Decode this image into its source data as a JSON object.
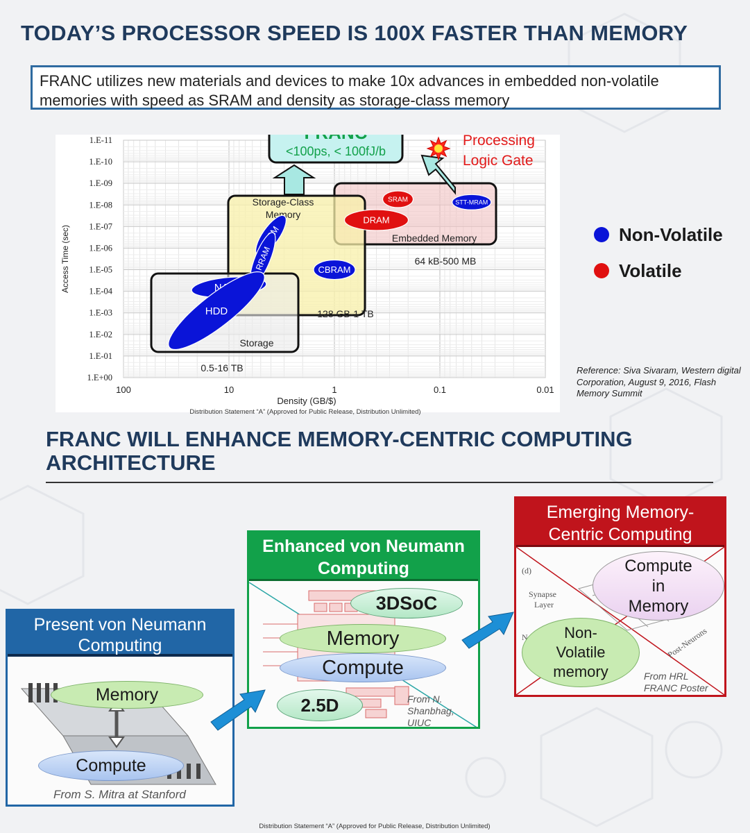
{
  "header": {
    "title": "TODAY’S PROCESSOR SPEED IS 100X FASTER THAN MEMORY",
    "intro": "FRANC utilizes new materials and devices to make 10x advances in embedded non-volatile memories with speed as SRAM and density as storage-class memory"
  },
  "chart_data": {
    "type": "scatter",
    "title": "",
    "xlabel": "Density (GB/$)",
    "ylabel": "Access Time (sec)",
    "x_ticks": [
      "100",
      "10",
      "1",
      "0.1",
      "0.01"
    ],
    "y_ticks": [
      "1.E-11",
      "1.E-10",
      "1.E-09",
      "1.E-08",
      "1.E-07",
      "1.E-06",
      "1.E-05",
      "1.E-04",
      "1.E-03",
      "1.E-02",
      "1.E-01",
      "1.E+00"
    ],
    "xlim": [
      100,
      0.01
    ],
    "ylim": [
      1e-11,
      1
    ],
    "x_scale": "log-reversed",
    "y_scale": "log-reversed",
    "grid": true,
    "franc": {
      "name": "FRANC",
      "spec": "<100ps, < 100fJ/b"
    },
    "processing_label": "Processing Logic Gate",
    "devices": [
      {
        "name": "SRAM",
        "density": 0.25,
        "access_time": 3e-09,
        "type": "volatile"
      },
      {
        "name": "STT-MRAM",
        "density": 0.05,
        "access_time": 1e-08,
        "type": "non-volatile"
      },
      {
        "name": "DRAM",
        "density": 0.4,
        "access_time": 5e-08,
        "type": "volatile"
      },
      {
        "name": "PCM",
        "density": 4,
        "access_time": 4e-07,
        "type": "non-volatile"
      },
      {
        "name": "RRAM",
        "density": 4.5,
        "access_time": 3e-06,
        "type": "non-volatile"
      },
      {
        "name": "CBRAM",
        "density": 1,
        "access_time": 1e-05,
        "type": "non-volatile"
      },
      {
        "name": "NAND",
        "density": 10,
        "access_time": 0.0001,
        "type": "non-volatile"
      },
      {
        "name": "HDD",
        "density": 10,
        "access_time": 0.003,
        "type": "non-volatile"
      }
    ],
    "regions": [
      {
        "name": "Storage-Class Memory",
        "range": "128 GB-1 TB"
      },
      {
        "name": "Embedded Memory",
        "range": "64 kB-500 MB"
      },
      {
        "name": "Storage",
        "range": "0.5-16 TB"
      }
    ],
    "legend": [
      {
        "label": "Non-Volatile",
        "color": "#0a14d8"
      },
      {
        "label": "Volatile",
        "color": "#e01010"
      }
    ],
    "legend_position": "right"
  },
  "reference": "Reference: Siva Sivaram, Western digital Corporation, August 9, 2016, Flash Memory Summit",
  "distribution": "Distribution Statement “A” (Approved for Public Release, Distribution Unlimited)",
  "section2": {
    "title": "FRANC WILL ENHANCE MEMORY-CENTRIC COMPUTING ARCHITECTURE"
  },
  "panels": {
    "present": {
      "title": "Present von Neumann Computing",
      "memory": "Memory",
      "compute": "Compute",
      "credit": "From S. Mitra at Stanford",
      "color": "#2166a6"
    },
    "enhanced": {
      "title": "Enhanced von Neumann Computing",
      "soc": "3DSoC",
      "memory": "Memory",
      "compute": "Compute",
      "d25": "2.5D",
      "credit": "From N. Shanbhag, UIUC",
      "color": "#12a14a"
    },
    "emerging": {
      "title": "Emerging Memory-Centric Computing",
      "cim": "Compute in Memory",
      "nvm": "Non-Volatile memory",
      "credit": "From HRL FRANC Poster",
      "color": "#c0141c"
    }
  },
  "colors": {
    "heading": "#1f3a5c",
    "arrow": "#1d8fd6",
    "non_volatile": "#0a14d8",
    "volatile": "#e01010"
  }
}
